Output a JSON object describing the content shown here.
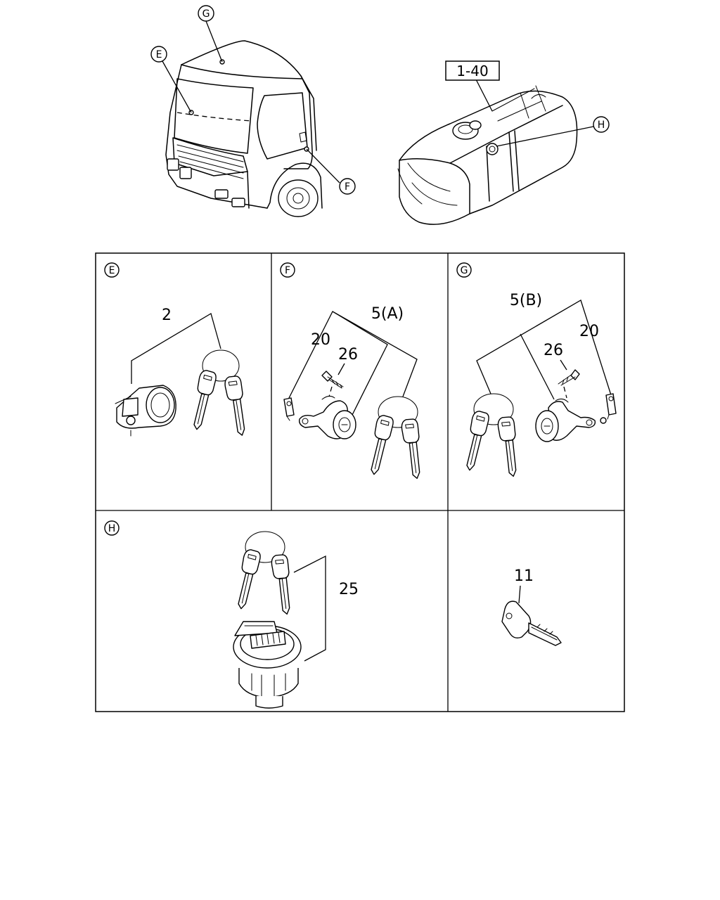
{
  "callouts": {
    "G": "G",
    "E": "E",
    "F": "F",
    "H": "H"
  },
  "ref_box": "1-40",
  "panels": [
    {
      "id": "E",
      "parts": [
        "2"
      ]
    },
    {
      "id": "F",
      "parts": [
        "5(A)",
        "20",
        "26"
      ]
    },
    {
      "id": "G",
      "parts": [
        "5(B)",
        "26",
        "20"
      ]
    },
    {
      "id": "H",
      "parts": [
        "25"
      ]
    },
    {
      "id": "",
      "parts": [
        "11"
      ]
    }
  ]
}
